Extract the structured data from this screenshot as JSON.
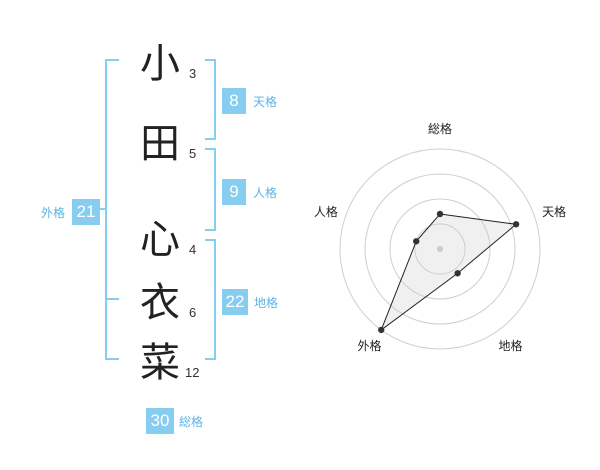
{
  "name": {
    "chars": [
      {
        "char": "小",
        "strokes": "3"
      },
      {
        "char": "田",
        "strokes": "5"
      },
      {
        "char": "心",
        "strokes": "4"
      },
      {
        "char": "衣",
        "strokes": "6"
      },
      {
        "char": "菜",
        "strokes": "12"
      }
    ]
  },
  "fortune": {
    "tenkaku": {
      "value": "8",
      "label": "天格"
    },
    "jinkaku": {
      "value": "9",
      "label": "人格"
    },
    "chikaku": {
      "value": "22",
      "label": "地格"
    },
    "gaikaku": {
      "value": "21",
      "label": "外格"
    },
    "soukaku": {
      "value": "30",
      "label": "総格"
    }
  },
  "colors": {
    "accent": "#86cdf0",
    "accent_text": "#5ab4e5"
  },
  "chart_data": {
    "type": "radar",
    "axes": [
      "総格",
      "天格",
      "地格",
      "外格",
      "人格"
    ],
    "values": [
      0.35,
      0.8,
      0.3,
      1.0,
      0.25
    ],
    "range": [
      0,
      1
    ],
    "rings": 4
  }
}
